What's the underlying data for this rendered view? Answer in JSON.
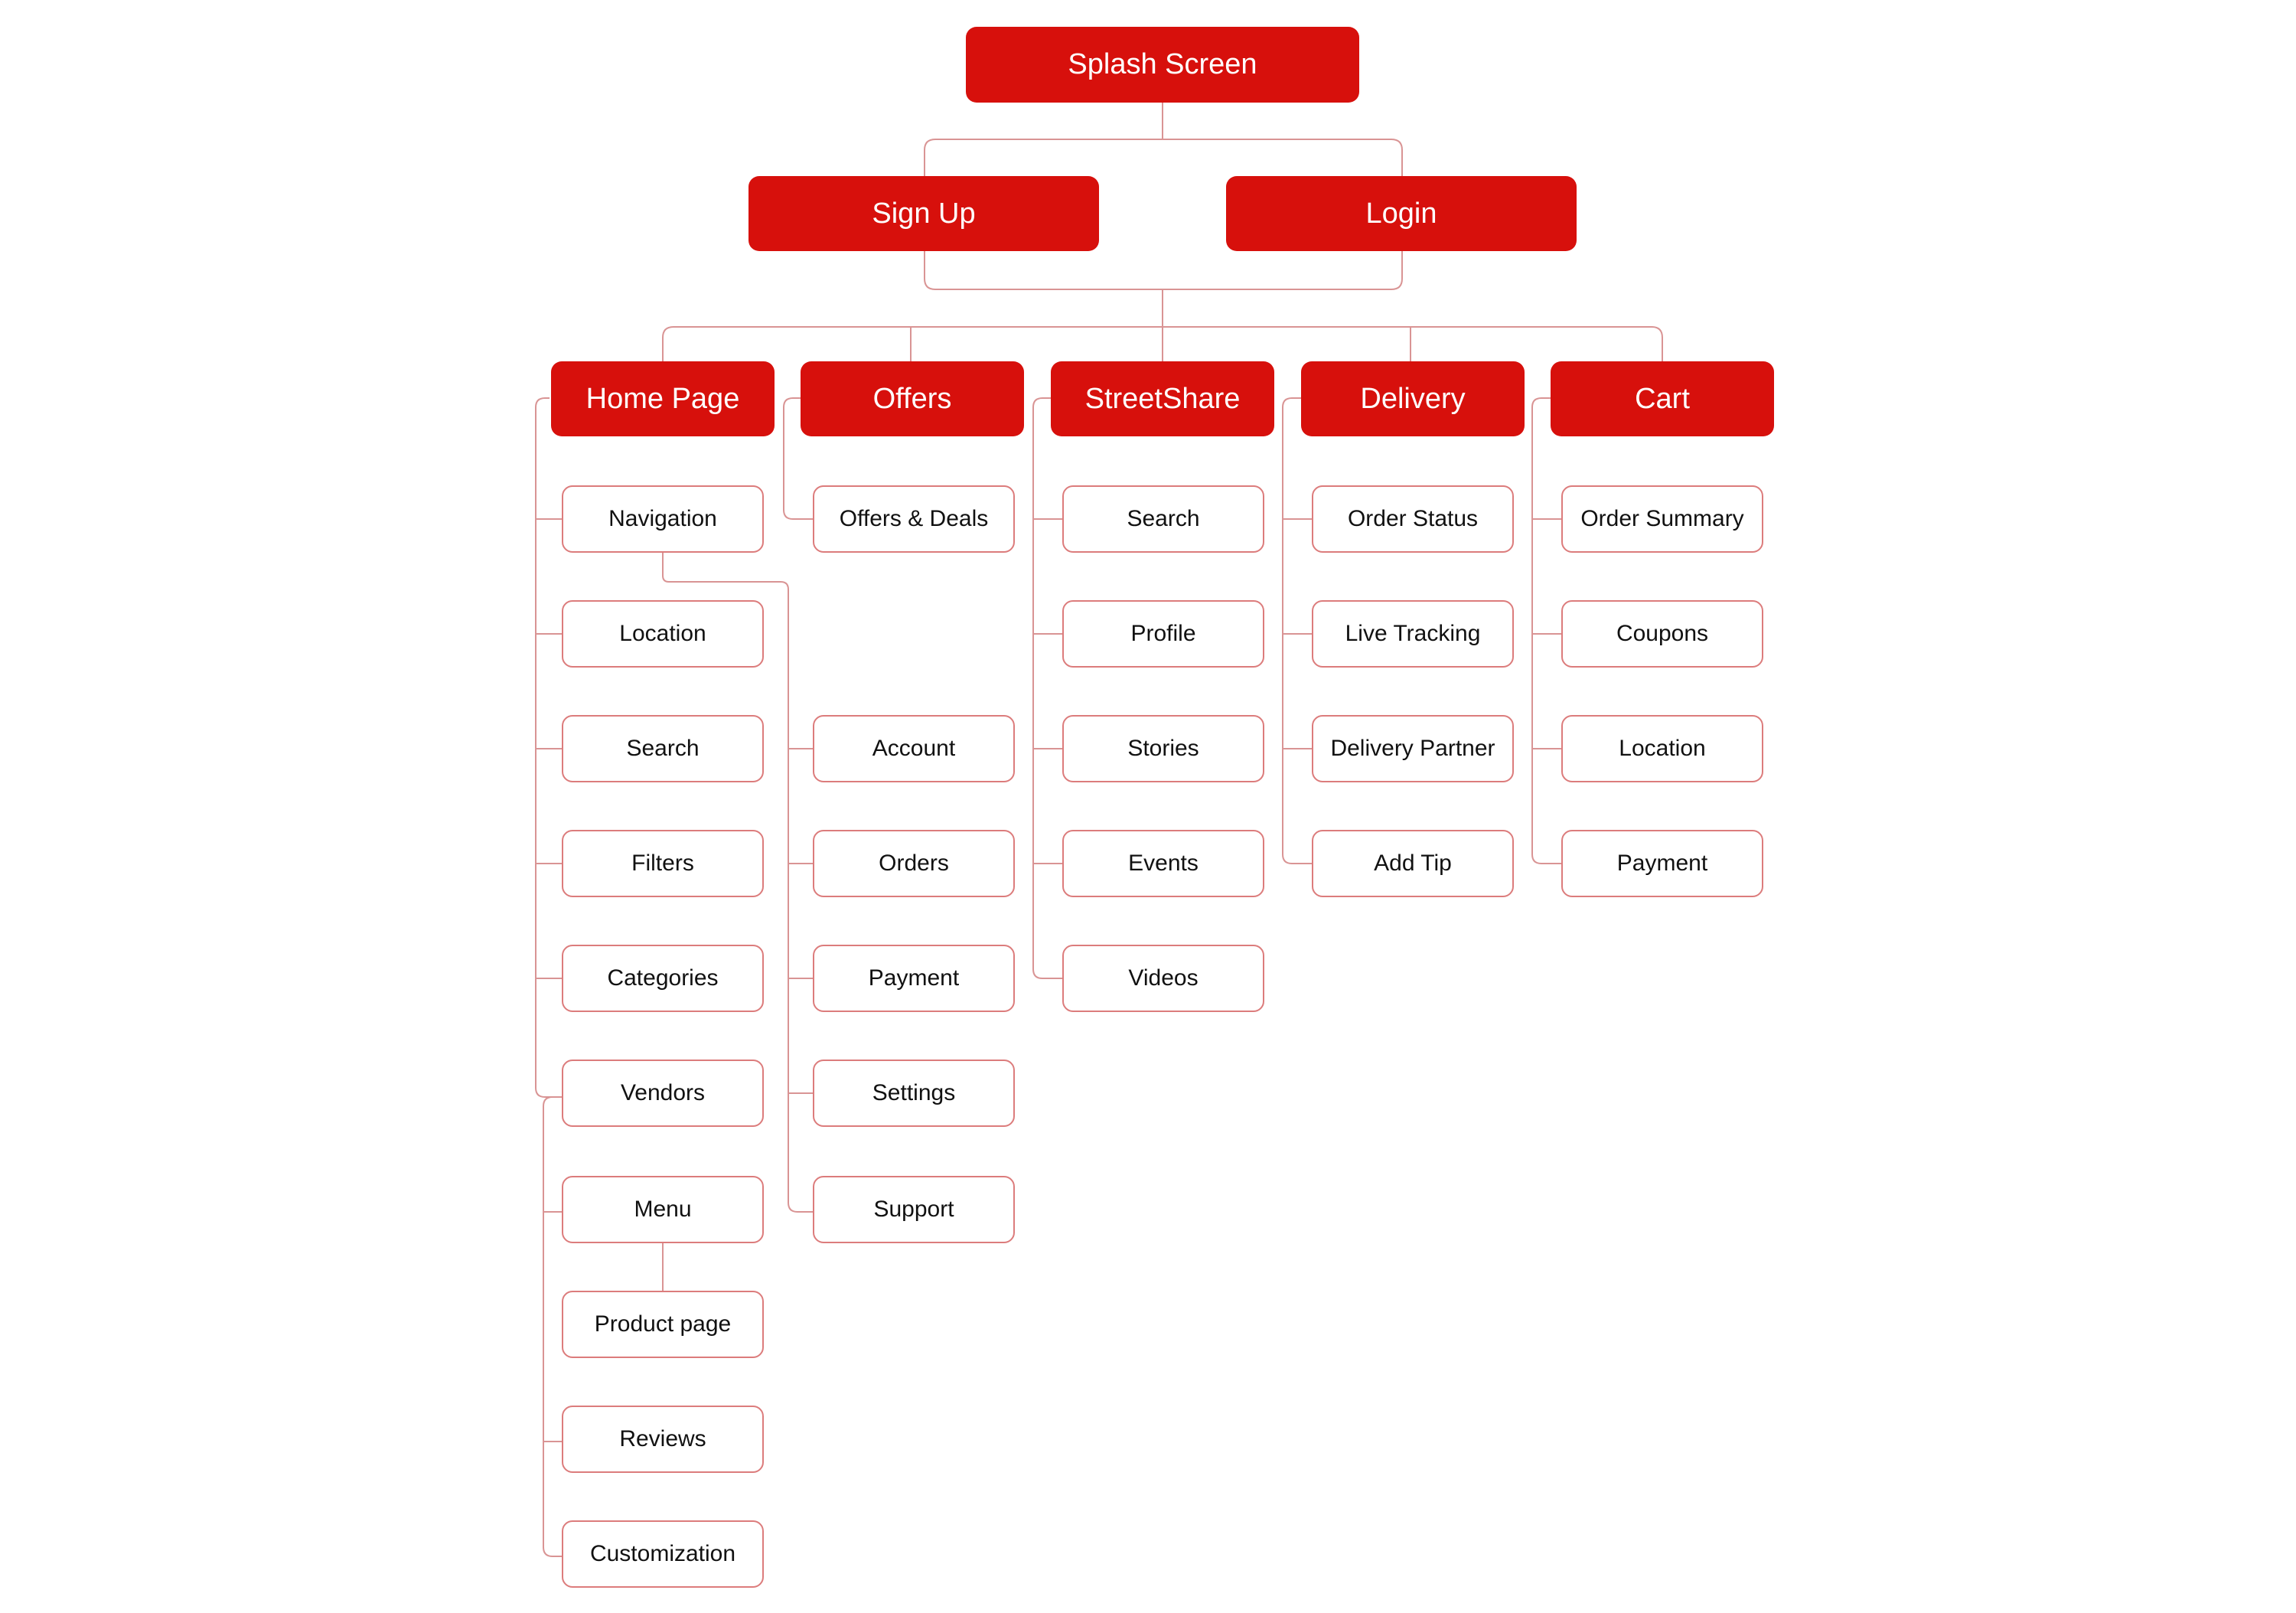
{
  "colors": {
    "primary_fill": "#d7100c",
    "primary_text": "#ffffff",
    "secondary_border": "#dc7c7c",
    "secondary_text": "#111111",
    "connector": "#d99494"
  },
  "root": {
    "label": "Splash Screen"
  },
  "auth": [
    {
      "label": "Sign Up"
    },
    {
      "label": "Login"
    }
  ],
  "sections": [
    {
      "label": "Home Page",
      "children": [
        "Navigation",
        "Location",
        "Search",
        "Filters",
        "Categories",
        "Vendors",
        "Menu",
        "Product page",
        "Reviews",
        "Customization"
      ],
      "sub_children": [
        "Account",
        "Orders",
        "Payment",
        "Settings",
        "Support"
      ]
    },
    {
      "label": "Offers",
      "children": [
        "Offers & Deals"
      ]
    },
    {
      "label": "StreetShare",
      "children": [
        "Search",
        "Profile",
        "Stories",
        "Events",
        "Videos"
      ]
    },
    {
      "label": "Delivery",
      "children": [
        "Order Status",
        "Live Tracking",
        "Delivery Partner",
        "Add Tip"
      ]
    },
    {
      "label": "Cart",
      "children": [
        "Order Summary",
        "Coupons",
        "Location",
        "Payment"
      ]
    }
  ]
}
